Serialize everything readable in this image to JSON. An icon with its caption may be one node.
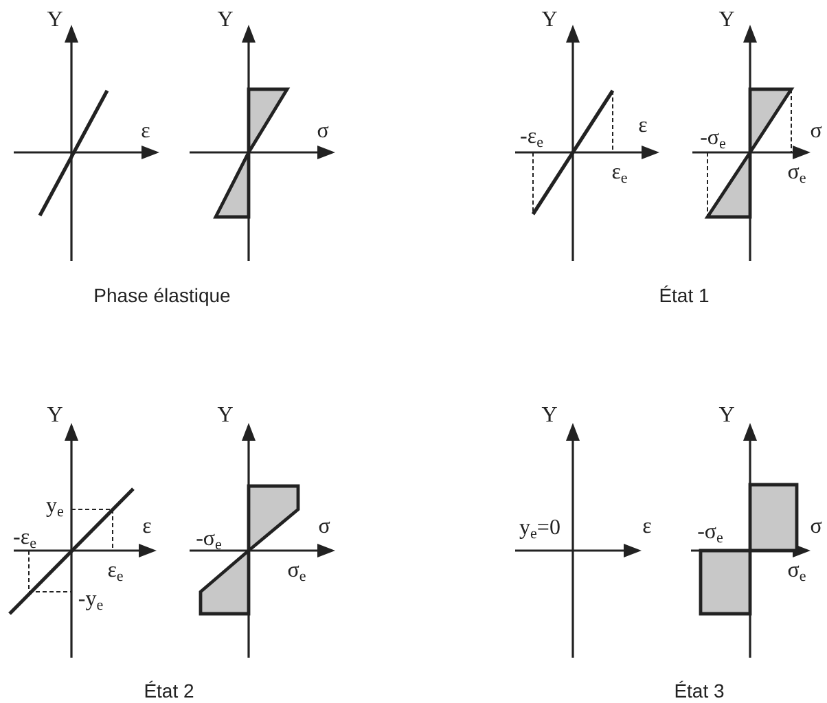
{
  "diagram": {
    "labels": [
      "Y",
      "ε",
      "Y",
      "σ",
      "Phase élastique",
      "Y",
      "ε",
      "-ε$_{e}$",
      "ε$_{e}$",
      "Y",
      "σ",
      "-σ$_{e}$",
      "σ$_{e}$",
      "État 1",
      "Y",
      "ε",
      "y$_{e}$",
      "-ε$_{e}$",
      "ε$_{e}$",
      "-y$_{e}$",
      "Y",
      "σ",
      "-σ$_{e}$",
      "σ$_{e}$",
      "État 2",
      "Y",
      "ε",
      "y$_{e}$=0",
      "Y",
      "σ",
      "-σ$_{e}$",
      "σ$_{e}$",
      "État 3"
    ]
  }
}
